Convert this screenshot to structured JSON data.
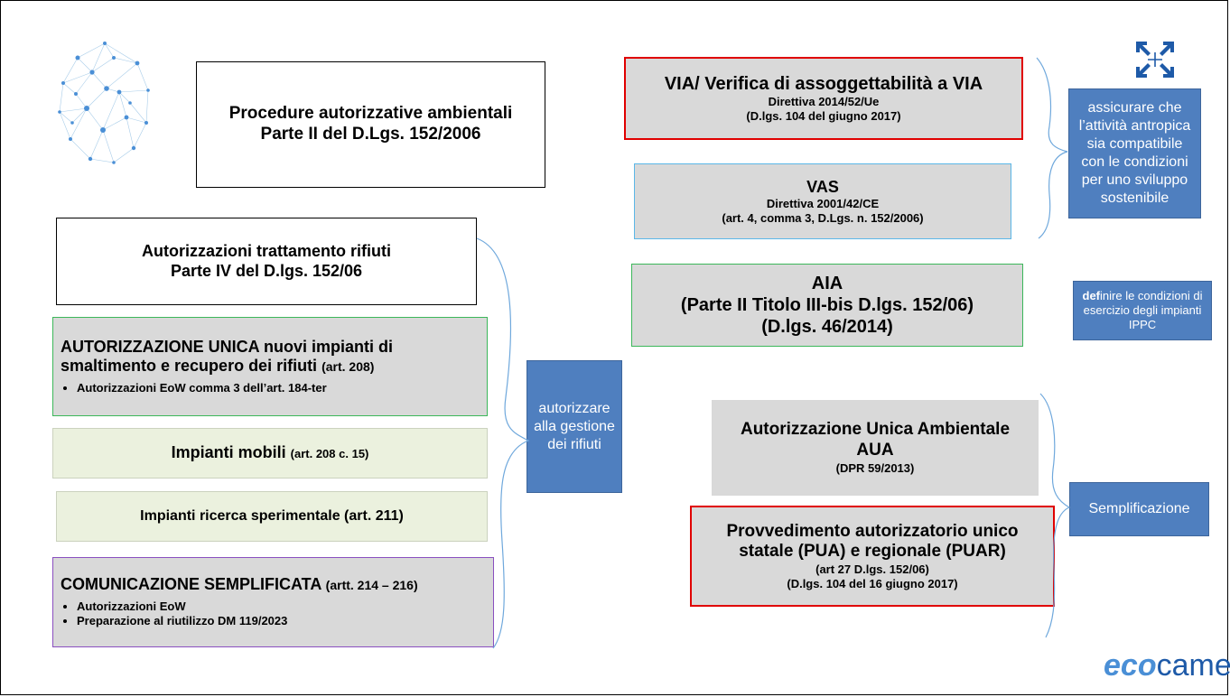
{
  "header": {
    "title_line1": "Procedure autorizzative ambientali",
    "title_line2": "Parte II del D.Lgs. 152/2006"
  },
  "left": {
    "waste_title_line1": "Autorizzazioni trattamento rifiuti",
    "waste_title_line2": "Parte IV del D.lgs. 152/06",
    "unica_line1": "AUTORIZZAZIONE UNICA  nuovi impianti di",
    "unica_line2": "smaltimento e recupero dei rifiuti",
    "unica_art": "(art. 208)",
    "unica_bullet": "Autorizzazioni EoW comma 3 dell’art. 184-ter",
    "mobili": "Impianti mobili",
    "mobili_art": "(art. 208 c. 15)",
    "ricerca": "Impianti ricerca sperimentale (art. 211)",
    "comunicazione": "COMUNICAZIONE SEMPLIFICATA",
    "comunicazione_art": "(artt. 214 – 216)",
    "comunicazione_bullets": [
      "Autorizzazioni EoW",
      " Preparazione al riutilizzo DM 119/2023"
    ],
    "blue_label": "autorizzare alla gestione dei rifiuti"
  },
  "right": {
    "via_title": "VIA/ Verifica di assoggettabilità a VIA",
    "via_sub1": "Direttiva 2014/52/Ue",
    "via_sub2": "(D.lgs. 104 del giugno 2017)",
    "vas_title": "VAS",
    "vas_sub1": "Direttiva 2001/42/CE",
    "vas_sub2": "(art. 4, comma 3, D.Lgs. n. 152/2006)",
    "aia_line1": "AIA",
    "aia_line2": "(Parte II Titolo III-bis D.lgs. 152/06)",
    "aia_line3": "(D.lgs. 46/2014)",
    "aua_line1": "Autorizzazione Unica Ambientale",
    "aua_line2": "AUA",
    "aua_sub": "(DPR 59/2013)",
    "pua_line1": "Provvedimento autorizzatorio unico",
    "pua_line2": "statale (PUA) e regionale (PUAR)",
    "pua_sub1": "(art 27 D.lgs. 152/06)",
    "pua_sub2": "(D.lgs. 104 del 16 giugno 2017)",
    "blue_assicurare": "assicurare che l’attività antropica sia compatibile con le condizioni per uno sviluppo sostenibile",
    "blue_definire_bold": "def",
    "blue_definire_rest": "inire le condizioni di esercizio degli impianti IPPC",
    "blue_semplificazione": "Semplificazione"
  },
  "logo": {
    "prefix": "eco",
    "suffix": "camere"
  },
  "colors": {
    "blue": "#4f7fbf",
    "grey": "#d9d9d9",
    "red": "#e00000",
    "green": "#3cb75a",
    "light_blue": "#5bb7e8",
    "purple": "#8a4fc0",
    "beige": "#ebf1de"
  }
}
